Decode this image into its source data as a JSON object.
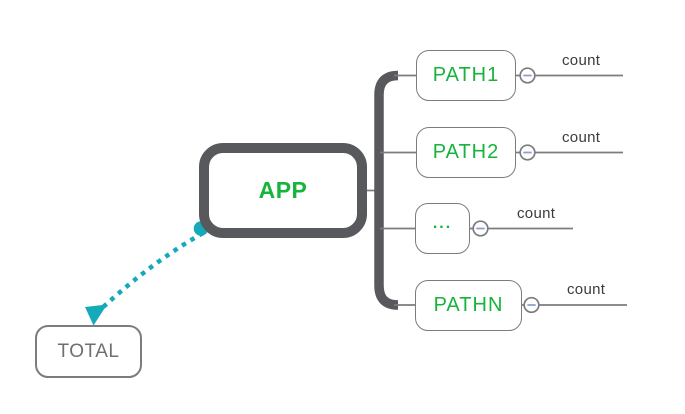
{
  "nodes": {
    "app": {
      "label": "APP"
    },
    "total": {
      "label": "TOTAL"
    }
  },
  "branches": [
    {
      "label": "PATH1",
      "count_label": "count"
    },
    {
      "label": "PATH2",
      "count_label": "count"
    },
    {
      "label": "...",
      "count_label": "count"
    },
    {
      "label": "PATHN",
      "count_label": "count"
    }
  ],
  "icons": {
    "collapse_icon": "circle-minus",
    "flow_arrow_icon": "teal-dotted-arrow",
    "connection_point_icon": "teal-dot"
  },
  "colors": {
    "branch_text_green": "#16b43c",
    "root_border_gray": "#58595c",
    "line_gray": "#7b7c7f",
    "teal_accent": "#15a9ba",
    "collapse_minus": "#8f9ecb",
    "count_text": "#3b3b40",
    "total_text": "#6e6f73"
  }
}
